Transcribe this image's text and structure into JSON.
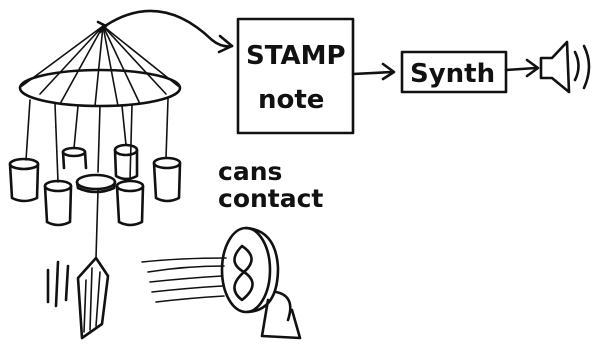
{
  "labels": {
    "stamp_line1": "STAMP",
    "stamp_line2": "note",
    "synth": "Synth",
    "cans_line1": "cans",
    "cans_line2": "contact"
  }
}
